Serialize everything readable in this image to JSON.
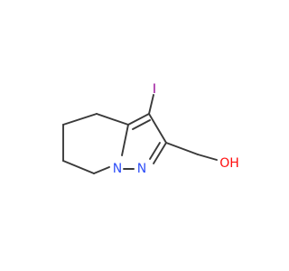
{
  "molecule": {
    "atoms": {
      "iodine": "I",
      "bridgehead_nitrogen": "N",
      "ring_nitrogen": "N",
      "hydroxyl": "OH"
    },
    "colors": {
      "bond": "#3a3a3a",
      "iodine": "#940094",
      "nitrogen": "#3050f8",
      "oxygen": "#ff0d0d",
      "background": "#ffffff"
    }
  }
}
